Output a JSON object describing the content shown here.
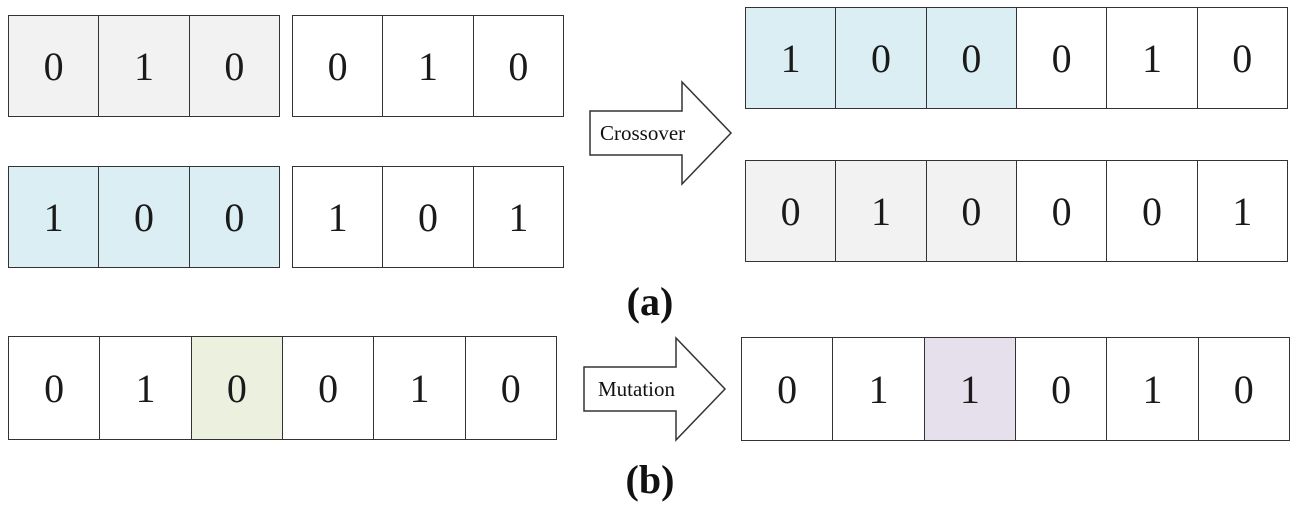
{
  "colors": {
    "border": "#333333",
    "gray_highlight": "#f2f2f2",
    "blue_highlight": "#daeef3",
    "green_highlight": "#ebf1de",
    "lilac_highlight": "#e6e0ec"
  },
  "crossover": {
    "parent1": {
      "part1": [
        "0",
        "1",
        "0"
      ],
      "part2": [
        "0",
        "1",
        "0"
      ]
    },
    "parent2": {
      "part1": [
        "1",
        "0",
        "0"
      ],
      "part2": [
        "1",
        "0",
        "1"
      ]
    },
    "arrow_label": "Crossover",
    "offspring1": [
      "1",
      "0",
      "0",
      "0",
      "1",
      "0"
    ],
    "offspring2": [
      "0",
      "1",
      "0",
      "0",
      "0",
      "1"
    ],
    "caption": "(a)"
  },
  "mutation": {
    "before": [
      "0",
      "1",
      "0",
      "0",
      "1",
      "0"
    ],
    "arrow_label": "Mutation",
    "after": [
      "0",
      "1",
      "1",
      "0",
      "1",
      "0"
    ],
    "caption": "(b)"
  }
}
